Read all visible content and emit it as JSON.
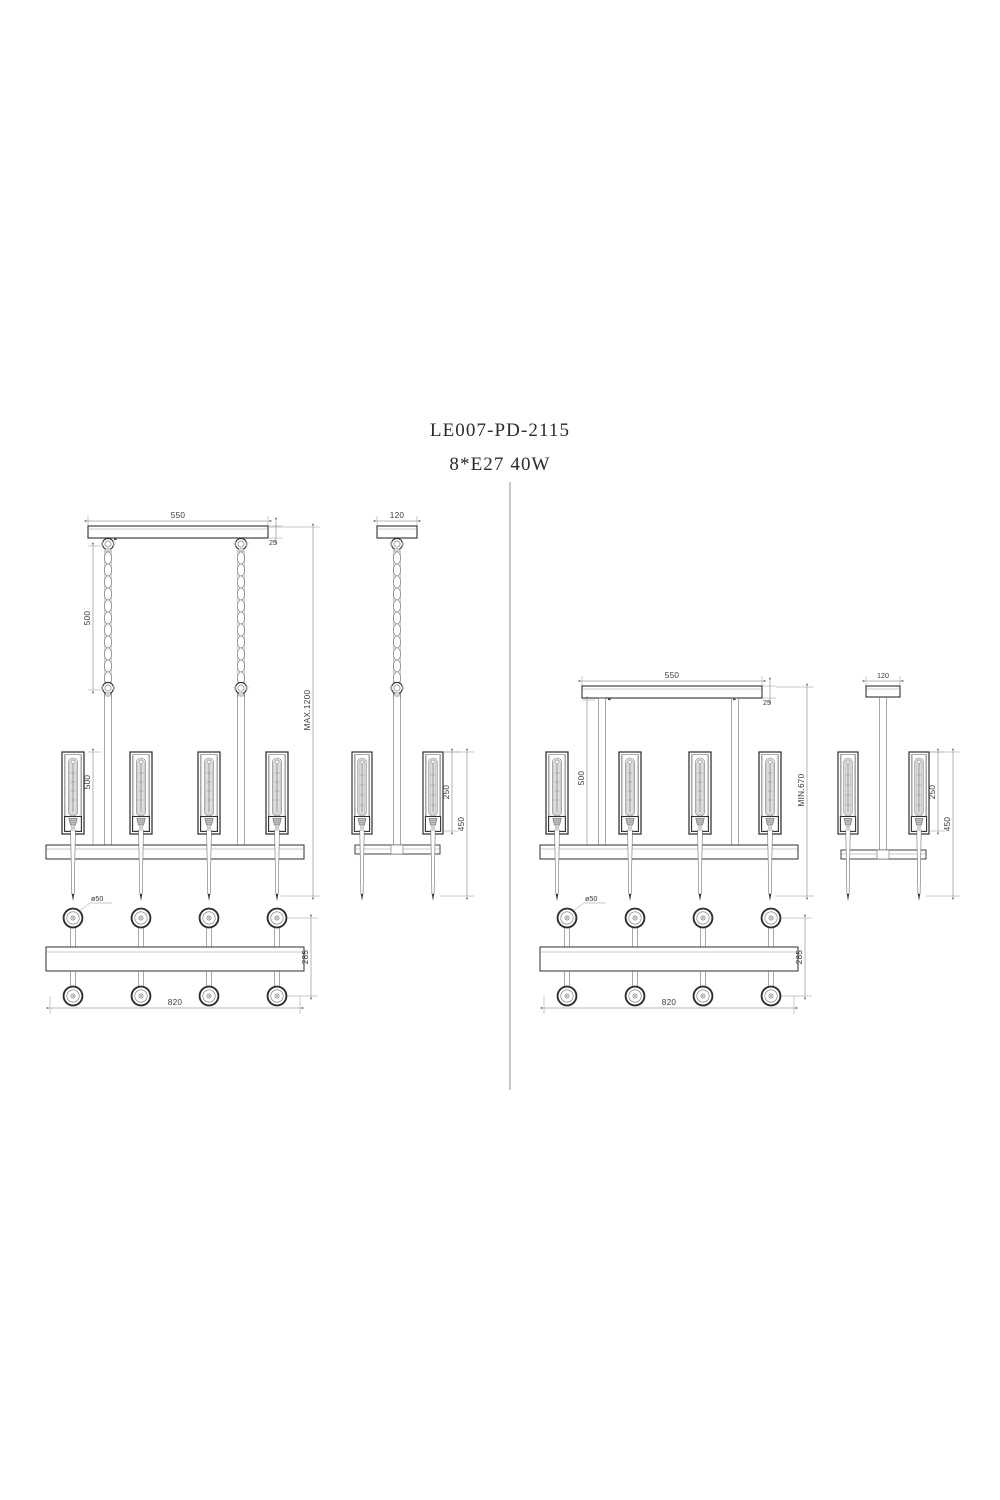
{
  "drawing": {
    "title_model": "LE007-PD-2115",
    "title_spec": "8*E27  40W",
    "units": "mm",
    "lamp_count": 8,
    "rows": 2,
    "per_row": 4
  },
  "views": {
    "left_group_label": "chain-suspension-version",
    "right_group_label": "rigid-rod-suspension-version",
    "left_front": {
      "name": "front-elevation-chain",
      "dims": {
        "canopy_width": "550",
        "canopy_thickness": "25",
        "chain_length": "500",
        "shade_height": "500",
        "overall_height": "MAX.1200"
      }
    },
    "left_side": {
      "name": "side-elevation-chain",
      "dims": {
        "canopy_width": "120",
        "shade_height": "250",
        "overall_height": "450"
      }
    },
    "left_plan": {
      "name": "plan-view-chain",
      "dims": {
        "socket_diameter": "ø50",
        "depth": "285",
        "width": "820"
      }
    },
    "right_front": {
      "name": "front-elevation-rod",
      "dims": {
        "canopy_width": "550",
        "canopy_thickness": "25",
        "rod_length": "500",
        "overall_height": "MIN.670"
      }
    },
    "right_side": {
      "name": "side-elevation-rod",
      "dims": {
        "canopy_width": "120",
        "shade_height": "250",
        "overall_height": "450"
      }
    },
    "right_plan": {
      "name": "plan-view-rod",
      "dims": {
        "socket_diameter": "ø50",
        "depth": "285",
        "width": "820"
      }
    }
  },
  "colors": {
    "line": "#565656",
    "line_dark": "#2e2e2e",
    "dimension": "#767676",
    "text": "#3a3a3a",
    "background": "#ffffff"
  }
}
